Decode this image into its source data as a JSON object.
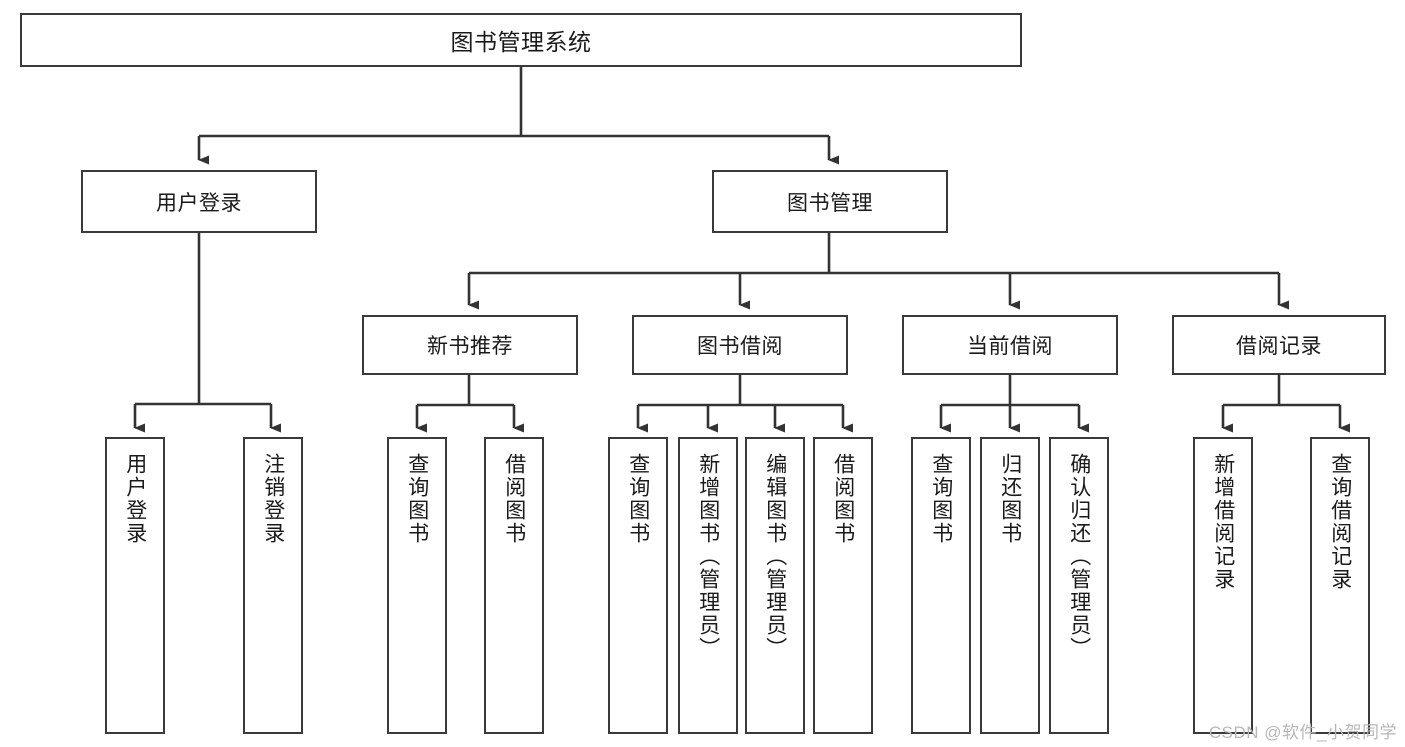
{
  "diagram": {
    "title": "图书管理系统",
    "type": "functional-structure-tree",
    "watermark": "CSDN @软件_小贺同学",
    "colors": {
      "box_border": "#3a3a3a",
      "box_fill": "#ffffff",
      "connector": "#333333",
      "text": "#1a1a1a",
      "watermark": "#b8b8b8"
    },
    "nodes": {
      "root": {
        "label": "图书管理系统"
      },
      "level2": [
        {
          "id": "user-login",
          "label": "用户登录"
        },
        {
          "id": "book-manage",
          "label": "图书管理"
        }
      ],
      "level3": [
        {
          "id": "new-book-recommend",
          "label": "新书推荐"
        },
        {
          "id": "book-borrow",
          "label": "图书借阅"
        },
        {
          "id": "current-borrow",
          "label": "当前借阅"
        },
        {
          "id": "borrow-record",
          "label": "借阅记录"
        }
      ],
      "level4": [
        {
          "id": "leaf-user-login",
          "label": "用户登录",
          "parent": "user-login"
        },
        {
          "id": "leaf-logout-login",
          "label": "注销登录",
          "parent": "user-login"
        },
        {
          "id": "leaf-query-book-1",
          "label": "查询图书",
          "parent": "new-book-recommend"
        },
        {
          "id": "leaf-borrow-book-1",
          "label": "借阅图书",
          "parent": "new-book-recommend"
        },
        {
          "id": "leaf-query-book-2",
          "label": "查询图书",
          "parent": "book-borrow"
        },
        {
          "id": "leaf-add-book",
          "label": "新增图书（管理员）",
          "parent": "book-borrow"
        },
        {
          "id": "leaf-edit-book",
          "label": "编辑图书（管理员）",
          "parent": "book-borrow"
        },
        {
          "id": "leaf-borrow-book-2",
          "label": "借阅图书",
          "parent": "book-borrow"
        },
        {
          "id": "leaf-query-book-3",
          "label": "查询图书",
          "parent": "current-borrow"
        },
        {
          "id": "leaf-return-book",
          "label": "归还图书",
          "parent": "current-borrow"
        },
        {
          "id": "leaf-confirm-return",
          "label": "确认归还（管理员）",
          "parent": "current-borrow"
        },
        {
          "id": "leaf-add-borrow-record",
          "label": "新增借阅记录",
          "parent": "borrow-record"
        },
        {
          "id": "leaf-query-borrow-record",
          "label": "查询借阅记录",
          "parent": "borrow-record"
        }
      ]
    }
  }
}
